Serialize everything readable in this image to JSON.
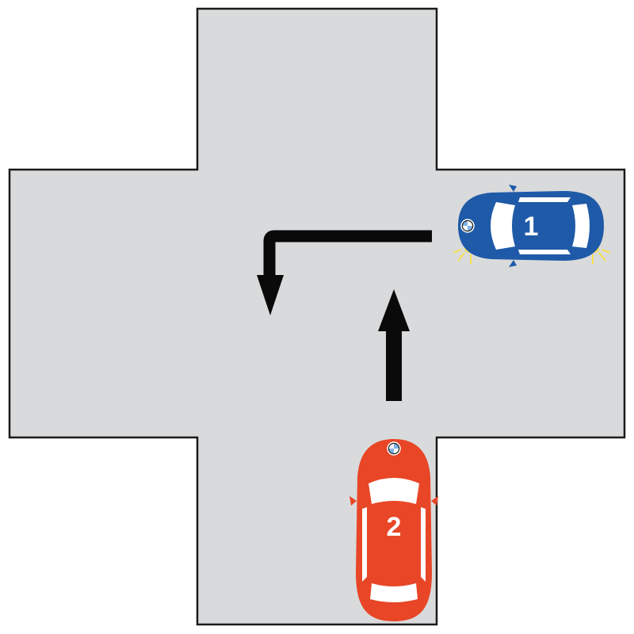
{
  "scene": {
    "road_color": "#d9dadb",
    "background_color": "#ffffff",
    "outline_color": "#1a1a1a",
    "arrow_color": "#0a0a0a"
  },
  "vehicles": [
    {
      "number": "1",
      "color": "#1e5aa8",
      "heading": "left",
      "turn_signal": "on",
      "maneuver": "left-turn-arrow"
    },
    {
      "number": "2",
      "color": "#e84626",
      "heading": "up",
      "turn_signal": "off",
      "maneuver": "straight-arrow"
    }
  ]
}
